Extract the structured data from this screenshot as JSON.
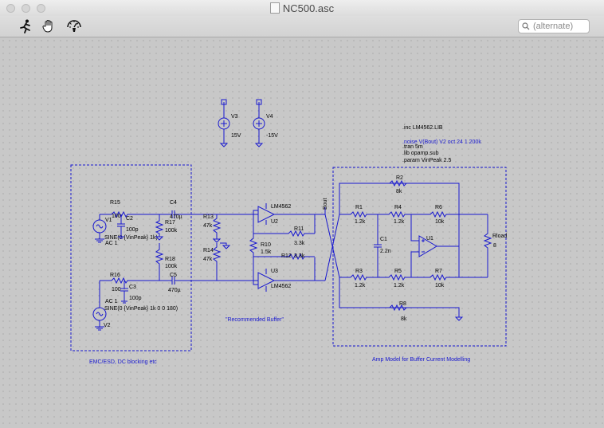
{
  "window": {
    "title": "NC500.asc"
  },
  "toolbar": {
    "search_placeholder": "(alternate)",
    "tools": [
      {
        "icon": "run-icon"
      },
      {
        "icon": "hand-icon"
      },
      {
        "icon": "probe-icon"
      }
    ]
  },
  "schematic": {
    "colors": {
      "wire": "#1818cf",
      "canvas": "#c8c8c8"
    },
    "supplies": [
      {
        "name": "V3",
        "value": "15V"
      },
      {
        "name": "V4",
        "value": "-15V"
      }
    ],
    "sources": [
      {
        "name": "V1",
        "ac": "AC 1",
        "spec": "SINE(0 {VinPeak} 1k)"
      },
      {
        "name": "V2",
        "ac": "AC 1",
        "spec": "SINE(0 {VinPeak} 1k 0 0 180)"
      }
    ],
    "components": {
      "r15": {
        "name": "R15",
        "value": "100"
      },
      "r16": {
        "name": "R16",
        "value": "100"
      },
      "c2": {
        "name": "C2",
        "value": "100p"
      },
      "c3": {
        "name": "C3",
        "value": "100p"
      },
      "r17": {
        "name": "R17",
        "value": "100k"
      },
      "r18": {
        "name": "R18",
        "value": "100k"
      },
      "c4": {
        "name": "C4",
        "value": "470µ"
      },
      "c5": {
        "name": "C5",
        "value": "470µ"
      },
      "r13": {
        "name": "R13",
        "value": "47k"
      },
      "r14": {
        "name": "R14",
        "value": "47k"
      },
      "r10": {
        "name": "R10",
        "value": "1.5k"
      },
      "r11": {
        "name": "R11",
        "value": "3.3k"
      },
      "r12": {
        "name": "R12",
        "value": "3.3k"
      },
      "u2": {
        "name": "U2",
        "model": "LM4562"
      },
      "u3": {
        "name": "U3",
        "model": "LM4562"
      },
      "r1": {
        "name": "R1",
        "value": "1.2k"
      },
      "r2": {
        "name": "R2",
        "value": "8k"
      },
      "r3": {
        "name": "R3",
        "value": "1.2k"
      },
      "r4": {
        "name": "R4",
        "value": "1.2k"
      },
      "r5": {
        "name": "R5",
        "value": "1.2k"
      },
      "r6": {
        "name": "R6",
        "value": "10k"
      },
      "r7": {
        "name": "R7",
        "value": "10k"
      },
      "r8": {
        "name": "R8",
        "value": "8k"
      },
      "c1": {
        "name": "C1",
        "value": "2.2n"
      },
      "u1": {
        "name": "U1"
      },
      "rload": {
        "name": "Rload",
        "value": "8"
      }
    },
    "net_label": "Bout",
    "directives": [
      ".inc LM4562.LIB",
      ".noise V(Bout) V2 oct 24 1 200k",
      ".tran 5m",
      ".lib opamp.sub",
      ".param VinPeak 2.5"
    ],
    "comments": {
      "emc": "EMC/ESD, DC blocking etc",
      "buffer": "\"Recommended Buffer\"",
      "amp": "Amp Model for Buffer Current Modelling"
    }
  }
}
